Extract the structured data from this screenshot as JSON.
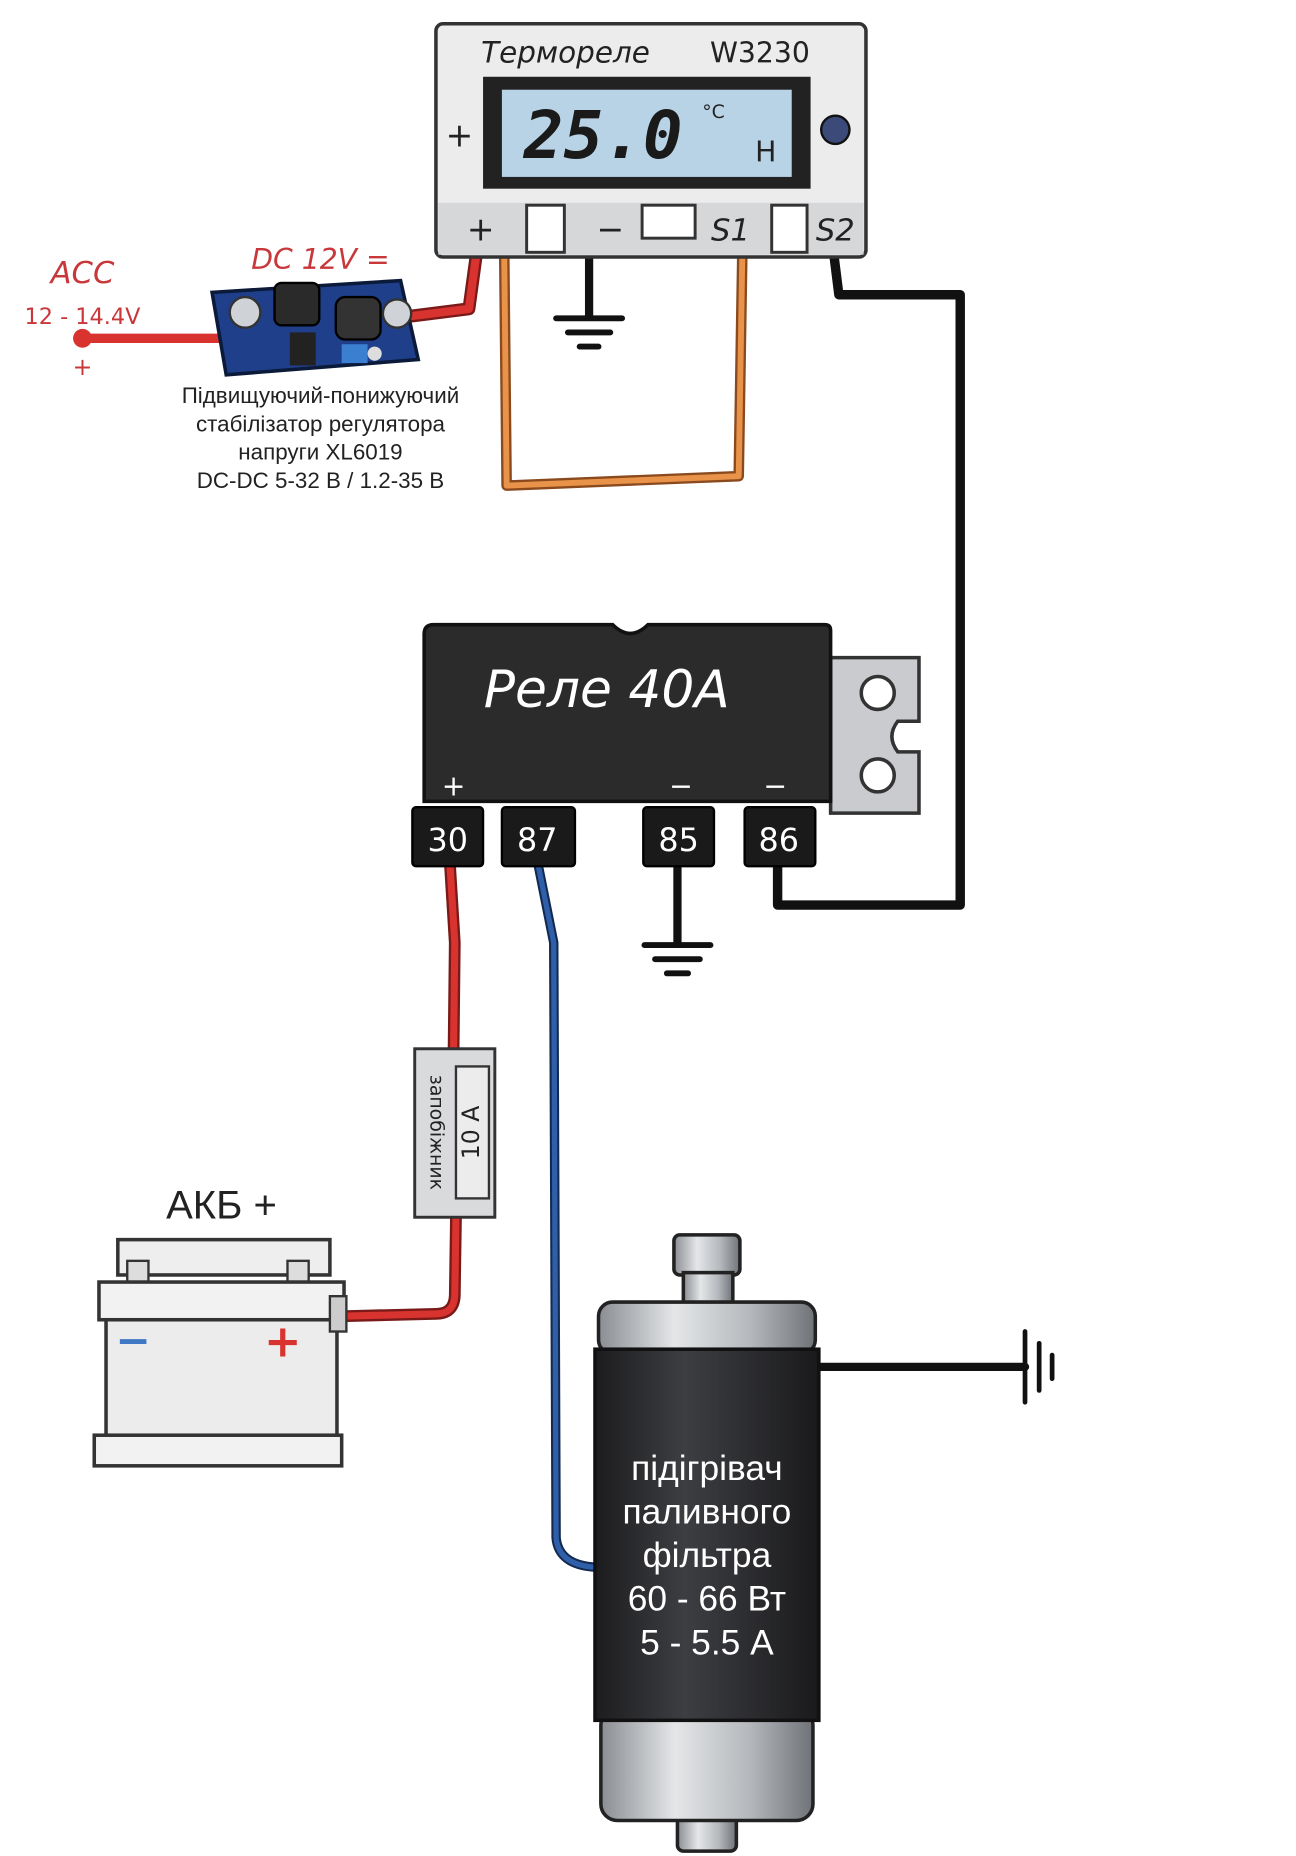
{
  "thermostat": {
    "title": "Терморeле",
    "model": "W3230",
    "display_value": "25.0",
    "display_unit": "°C",
    "display_mode": "H",
    "side_sign": "+",
    "terminals": [
      "+",
      "−",
      "S1",
      "S2"
    ]
  },
  "power_input": {
    "label": "ACC",
    "voltage": "12 - 14.4V",
    "sign": "+"
  },
  "converter": {
    "output_label": "DC 12V =",
    "caption": [
      "Підвищуючий-понижуючий",
      "стабілізатор регулятора",
      "напруги  XL6019",
      "DC-DC 5-32 В / 1.2-35 В"
    ]
  },
  "relay": {
    "label": "Реле 40А",
    "signs": [
      "+",
      "−",
      "−"
    ],
    "terminals": [
      "30",
      "87",
      "85",
      "86"
    ]
  },
  "fuse": {
    "label": "запобіжник",
    "rating": "10 А"
  },
  "battery": {
    "label": "АКБ +",
    "minus": "−",
    "plus": "+"
  },
  "heater": {
    "lines": [
      "підігрівач",
      "паливного",
      "фільтра",
      "60 - 66 Вт",
      "5 - 5.5 А"
    ]
  },
  "colors": {
    "positive_wire": "#d8332f",
    "sensor_wire": "#e8924a",
    "control_wire": "#111111",
    "load_wire": "#2f5fa8",
    "lcd": "#b9d3e6",
    "relay_body": "#2b2b2b",
    "label_red": "#c8383a"
  }
}
